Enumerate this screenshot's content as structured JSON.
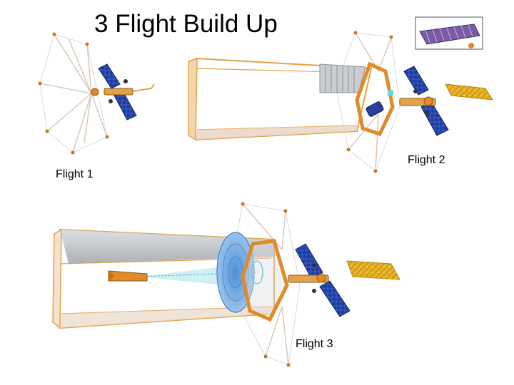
{
  "slide": {
    "title": "3 Flight Build Up",
    "flights": [
      {
        "label": "Flight 1"
      },
      {
        "label": "Flight 2"
      },
      {
        "label": "Flight 3"
      }
    ]
  },
  "colors": {
    "truss": "#e3a24a",
    "truss_dark": "#c07a1f",
    "solar_panel": "#1d3c9e",
    "radiator_gold": "#e6b222",
    "cable": "#d8c5b2",
    "wire": "#b9c0c8",
    "mirror": "#6fa8e0",
    "sunshade_gray": "#b8bcc2"
  },
  "icons": [
    "spacecraft-flight1-icon",
    "spacecraft-flight2-icon",
    "spacecraft-flight3-icon",
    "inset-thumbnail-icon"
  ]
}
